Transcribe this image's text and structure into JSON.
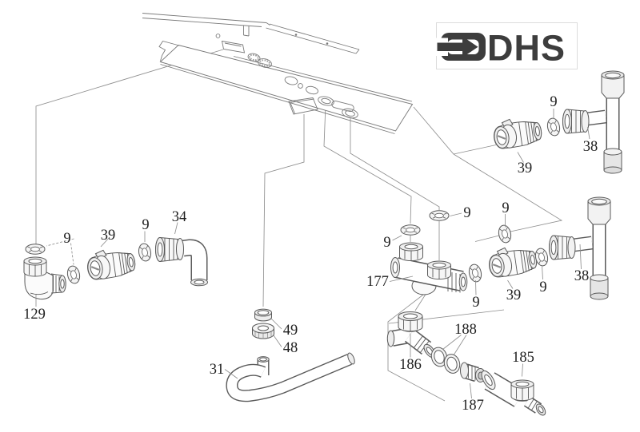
{
  "logo": {
    "brand": "DHS",
    "color": "#3d3d3d",
    "icon": "right-arrow-emblem"
  },
  "colors": {
    "part_outline": "#5a5a5a",
    "guide_line": "#8f8f8f",
    "label_text": "#1f1f1f"
  },
  "diagram": {
    "type": "exploded-parts-diagram",
    "labels": [
      {
        "part": "129"
      },
      {
        "part": "9"
      },
      {
        "part": "39"
      },
      {
        "part": "9"
      },
      {
        "part": "34"
      },
      {
        "part": "49"
      },
      {
        "part": "48"
      },
      {
        "part": "31"
      },
      {
        "part": "177"
      },
      {
        "part": "9"
      },
      {
        "part": "9"
      },
      {
        "part": "9"
      },
      {
        "part": "9"
      },
      {
        "part": "39"
      },
      {
        "part": "9"
      },
      {
        "part": "38"
      },
      {
        "part": "39"
      },
      {
        "part": "9"
      },
      {
        "part": "38"
      },
      {
        "part": "186"
      },
      {
        "part": "188"
      },
      {
        "part": "187"
      },
      {
        "part": "185"
      }
    ]
  }
}
